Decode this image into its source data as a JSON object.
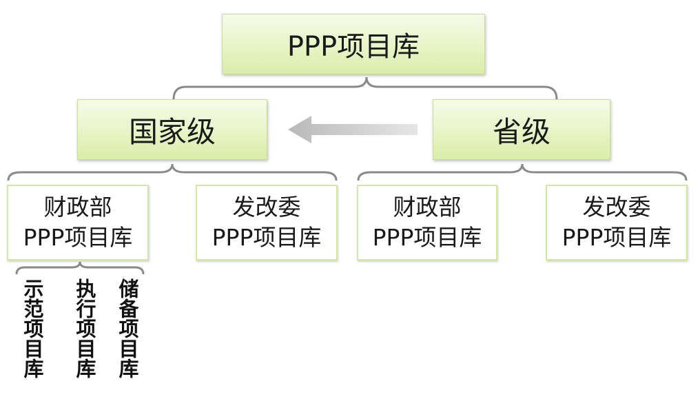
{
  "root": {
    "label": "PPP项目库"
  },
  "levels": {
    "national": {
      "label": "国家级"
    },
    "provincial": {
      "label": "省级"
    }
  },
  "libraries": {
    "national_mof": {
      "line1": "财政部",
      "line2": "PPP项目库"
    },
    "national_ndrc": {
      "line1": "发改委",
      "line2": "PPP项目库"
    },
    "provincial_mof": {
      "line1": "财政部",
      "line2": "PPP项目库"
    },
    "provincial_ndrc": {
      "line1": "发改委",
      "line2": "PPP项目库"
    }
  },
  "sub_libraries": [
    {
      "label": "示范项目库"
    },
    {
      "label": "执行项目库"
    },
    {
      "label": "储备项目库"
    }
  ],
  "colors": {
    "box_fill": "#e8f4c6",
    "box_border": "#c8dd9a",
    "brace": "#8a8a8a",
    "arrow": "#c8c8c8"
  }
}
